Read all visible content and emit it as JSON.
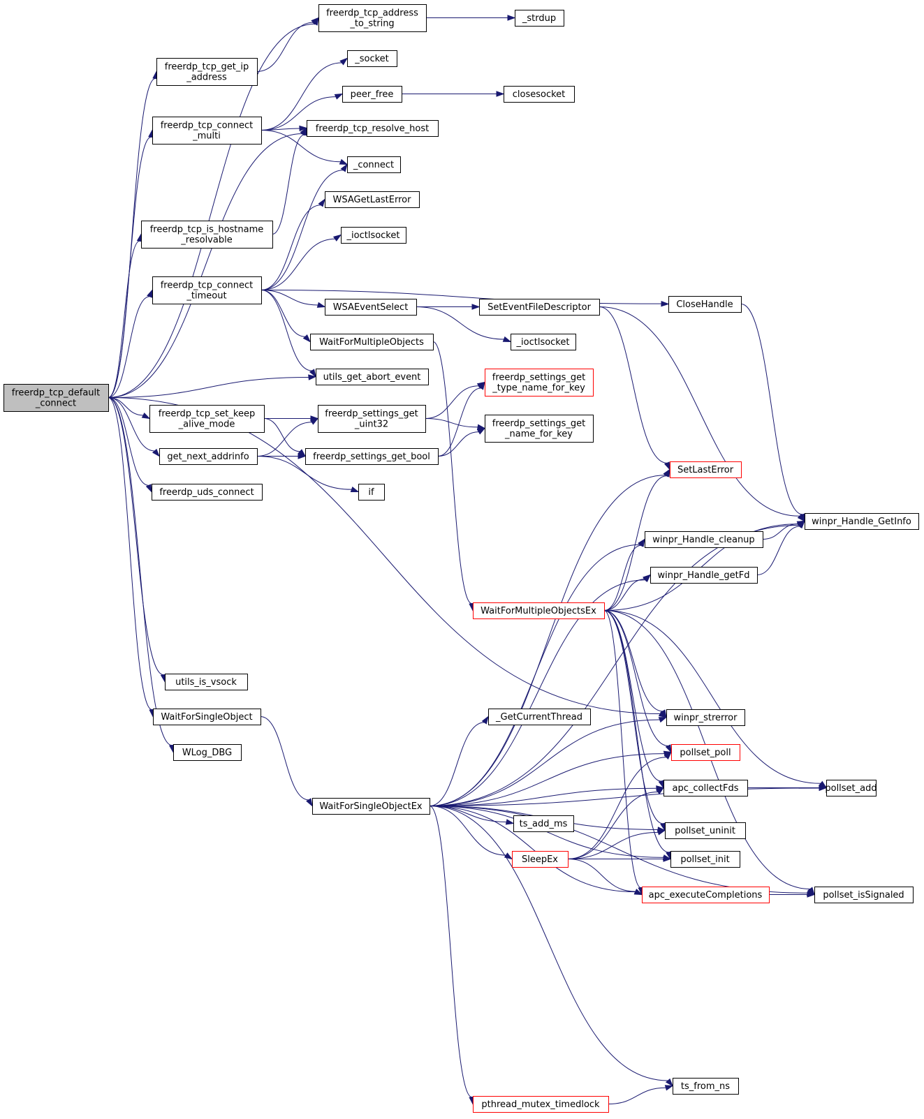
{
  "colors": {
    "edge": "#191970",
    "highlight_border": "#ff0000",
    "root_fill": "#bfbfbf"
  },
  "nodes": [
    {
      "id": "root",
      "lines": [
        "freerdp_tcp_default",
        "_connect"
      ],
      "kind": "root"
    },
    {
      "id": "addr_to_string",
      "lines": [
        "freerdp_tcp_address",
        "_to_string"
      ]
    },
    {
      "id": "strdup",
      "lines": [
        "_strdup"
      ]
    },
    {
      "id": "get_ip",
      "lines": [
        "freerdp_tcp_get_ip",
        "_address"
      ]
    },
    {
      "id": "socket",
      "lines": [
        "_socket"
      ]
    },
    {
      "id": "peer_free",
      "lines": [
        "peer_free"
      ]
    },
    {
      "id": "closesocket",
      "lines": [
        "closesocket"
      ]
    },
    {
      "id": "connect_multi",
      "lines": [
        "freerdp_tcp_connect",
        "_multi"
      ]
    },
    {
      "id": "resolve_host",
      "lines": [
        "freerdp_tcp_resolve_host"
      ]
    },
    {
      "id": "connect",
      "lines": [
        "_connect"
      ]
    },
    {
      "id": "wsagetlasterror",
      "lines": [
        "WSAGetLastError"
      ]
    },
    {
      "id": "is_hostname",
      "lines": [
        "freerdp_tcp_is_hostname",
        "_resolvable"
      ]
    },
    {
      "id": "ioctlsocket1",
      "lines": [
        "_ioctlsocket"
      ]
    },
    {
      "id": "connect_timeout",
      "lines": [
        "freerdp_tcp_connect",
        "_timeout"
      ]
    },
    {
      "id": "closehandle",
      "lines": [
        "CloseHandle"
      ]
    },
    {
      "id": "wsaeventselect",
      "lines": [
        "WSAEventSelect"
      ]
    },
    {
      "id": "seteventfd",
      "lines": [
        "SetEventFileDescriptor"
      ]
    },
    {
      "id": "wfmo",
      "lines": [
        "WaitForMultipleObjects"
      ]
    },
    {
      "id": "ioctlsocket2",
      "lines": [
        "_ioctlsocket"
      ]
    },
    {
      "id": "abort_event",
      "lines": [
        "utils_get_abort_event"
      ]
    },
    {
      "id": "type_name",
      "lines": [
        "freerdp_settings_get",
        "_type_name_for_key"
      ],
      "kind": "red"
    },
    {
      "id": "set_keep",
      "lines": [
        "freerdp_tcp_set_keep",
        "_alive_mode"
      ]
    },
    {
      "id": "get_uint32",
      "lines": [
        "freerdp_settings_get",
        "_uint32"
      ]
    },
    {
      "id": "name_for_key",
      "lines": [
        "freerdp_settings_get",
        "_name_for_key"
      ]
    },
    {
      "id": "next_addrinfo",
      "lines": [
        "get_next_addrinfo"
      ]
    },
    {
      "id": "get_bool",
      "lines": [
        "freerdp_settings_get_bool"
      ]
    },
    {
      "id": "setlasterror",
      "lines": [
        "SetLastError"
      ],
      "kind": "red"
    },
    {
      "id": "uds_connect",
      "lines": [
        "freerdp_uds_connect"
      ]
    },
    {
      "id": "if",
      "lines": [
        "if"
      ]
    },
    {
      "id": "getinfo",
      "lines": [
        "winpr_Handle_GetInfo"
      ]
    },
    {
      "id": "cleanup",
      "lines": [
        "winpr_Handle_cleanup"
      ]
    },
    {
      "id": "getfd",
      "lines": [
        "winpr_Handle_getFd"
      ]
    },
    {
      "id": "wfmoex",
      "lines": [
        "WaitForMultipleObjectsEx"
      ],
      "kind": "red"
    },
    {
      "id": "is_vsock",
      "lines": [
        "utils_is_vsock"
      ]
    },
    {
      "id": "wfso",
      "lines": [
        "WaitForSingleObject"
      ]
    },
    {
      "id": "getcurrentthread",
      "lines": [
        "_GetCurrentThread"
      ]
    },
    {
      "id": "strerror",
      "lines": [
        "winpr_strerror"
      ]
    },
    {
      "id": "wlog_dbg",
      "lines": [
        "WLog_DBG"
      ]
    },
    {
      "id": "pollset_poll",
      "lines": [
        "pollset_poll"
      ],
      "kind": "red"
    },
    {
      "id": "apc_collectfds",
      "lines": [
        "apc_collectFds"
      ]
    },
    {
      "id": "pollset_add",
      "lines": [
        "pollset_add"
      ]
    },
    {
      "id": "wfsoex",
      "lines": [
        "WaitForSingleObjectEx"
      ]
    },
    {
      "id": "ts_add_ms",
      "lines": [
        "ts_add_ms"
      ]
    },
    {
      "id": "pollset_uninit",
      "lines": [
        "pollset_uninit"
      ]
    },
    {
      "id": "sleepex",
      "lines": [
        "SleepEx"
      ],
      "kind": "red"
    },
    {
      "id": "pollset_init",
      "lines": [
        "pollset_init"
      ]
    },
    {
      "id": "apc_exec",
      "lines": [
        "apc_executeCompletions"
      ],
      "kind": "red"
    },
    {
      "id": "pollset_issignaled",
      "lines": [
        "pollset_isSignaled"
      ]
    },
    {
      "id": "ts_from_ns",
      "lines": [
        "ts_from_ns"
      ]
    },
    {
      "id": "pthread_timedlock",
      "lines": [
        "pthread_mutex_timedlock"
      ],
      "kind": "red"
    }
  ],
  "edges": [
    [
      "root",
      "addr_to_string"
    ],
    [
      "root",
      "get_ip"
    ],
    [
      "root",
      "connect_multi"
    ],
    [
      "root",
      "resolve_host"
    ],
    [
      "root",
      "is_hostname"
    ],
    [
      "root",
      "connect_timeout"
    ],
    [
      "root",
      "abort_event"
    ],
    [
      "root",
      "set_keep"
    ],
    [
      "root",
      "next_addrinfo"
    ],
    [
      "root",
      "uds_connect"
    ],
    [
      "root",
      "strerror"
    ],
    [
      "root",
      "is_vsock"
    ],
    [
      "root",
      "wfso"
    ],
    [
      "root",
      "wlog_dbg"
    ],
    [
      "addr_to_string",
      "strdup"
    ],
    [
      "get_ip",
      "addr_to_string"
    ],
    [
      "connect_multi",
      "socket"
    ],
    [
      "connect_multi",
      "peer_free"
    ],
    [
      "connect_multi",
      "resolve_host"
    ],
    [
      "connect_multi",
      "connect"
    ],
    [
      "peer_free",
      "closesocket"
    ],
    [
      "is_hostname",
      "resolve_host"
    ],
    [
      "connect_timeout",
      "connect"
    ],
    [
      "connect_timeout",
      "wsagetlasterror"
    ],
    [
      "connect_timeout",
      "ioctlsocket1"
    ],
    [
      "connect_timeout",
      "closehandle"
    ],
    [
      "connect_timeout",
      "wsaeventselect"
    ],
    [
      "connect_timeout",
      "wfmo"
    ],
    [
      "connect_timeout",
      "abort_event"
    ],
    [
      "wsaeventselect",
      "seteventfd"
    ],
    [
      "wsaeventselect",
      "ioctlsocket2"
    ],
    [
      "seteventfd",
      "setlasterror"
    ],
    [
      "seteventfd",
      "getinfo"
    ],
    [
      "closehandle",
      "getinfo"
    ],
    [
      "wfmo",
      "wfmoex"
    ],
    [
      "set_keep",
      "get_uint32"
    ],
    [
      "set_keep",
      "get_bool"
    ],
    [
      "next_addrinfo",
      "get_uint32"
    ],
    [
      "next_addrinfo",
      "get_bool"
    ],
    [
      "next_addrinfo",
      "if"
    ],
    [
      "get_uint32",
      "type_name"
    ],
    [
      "get_uint32",
      "name_for_key"
    ],
    [
      "get_bool",
      "type_name"
    ],
    [
      "get_bool",
      "name_for_key"
    ],
    [
      "wfmoex",
      "setlasterror"
    ],
    [
      "wfmoex",
      "cleanup"
    ],
    [
      "wfmoex",
      "getfd"
    ],
    [
      "wfmoex",
      "getinfo"
    ],
    [
      "wfmoex",
      "strerror"
    ],
    [
      "wfmoex",
      "pollset_poll"
    ],
    [
      "wfmoex",
      "apc_collectfds"
    ],
    [
      "wfmoex",
      "pollset_uninit"
    ],
    [
      "wfmoex",
      "pollset_init"
    ],
    [
      "wfmoex",
      "apc_exec"
    ],
    [
      "wfmoex",
      "pollset_add"
    ],
    [
      "wfmoex",
      "pollset_issignaled"
    ],
    [
      "cleanup",
      "getinfo"
    ],
    [
      "getfd",
      "getinfo"
    ],
    [
      "wfso",
      "wfsoex"
    ],
    [
      "wfsoex",
      "setlasterror"
    ],
    [
      "wfsoex",
      "getinfo"
    ],
    [
      "wfsoex",
      "cleanup"
    ],
    [
      "wfsoex",
      "getfd"
    ],
    [
      "wfsoex",
      "strerror"
    ],
    [
      "wfsoex",
      "getcurrentthread"
    ],
    [
      "wfsoex",
      "pollset_poll"
    ],
    [
      "wfsoex",
      "apc_collectfds"
    ],
    [
      "wfsoex",
      "ts_add_ms"
    ],
    [
      "wfsoex",
      "sleepex"
    ],
    [
      "wfsoex",
      "pollset_uninit"
    ],
    [
      "wfsoex",
      "pollset_init"
    ],
    [
      "wfsoex",
      "apc_exec"
    ],
    [
      "wfsoex",
      "pollset_add"
    ],
    [
      "wfsoex",
      "pollset_issignaled"
    ],
    [
      "wfsoex",
      "ts_from_ns"
    ],
    [
      "wfsoex",
      "pthread_timedlock"
    ],
    [
      "sleepex",
      "apc_collectfds"
    ],
    [
      "sleepex",
      "pollset_poll"
    ],
    [
      "sleepex",
      "pollset_uninit"
    ],
    [
      "sleepex",
      "pollset_init"
    ],
    [
      "sleepex",
      "apc_exec"
    ],
    [
      "apc_collectfds",
      "pollset_add"
    ],
    [
      "apc_exec",
      "pollset_issignaled"
    ],
    [
      "pthread_timedlock",
      "ts_from_ns"
    ]
  ]
}
